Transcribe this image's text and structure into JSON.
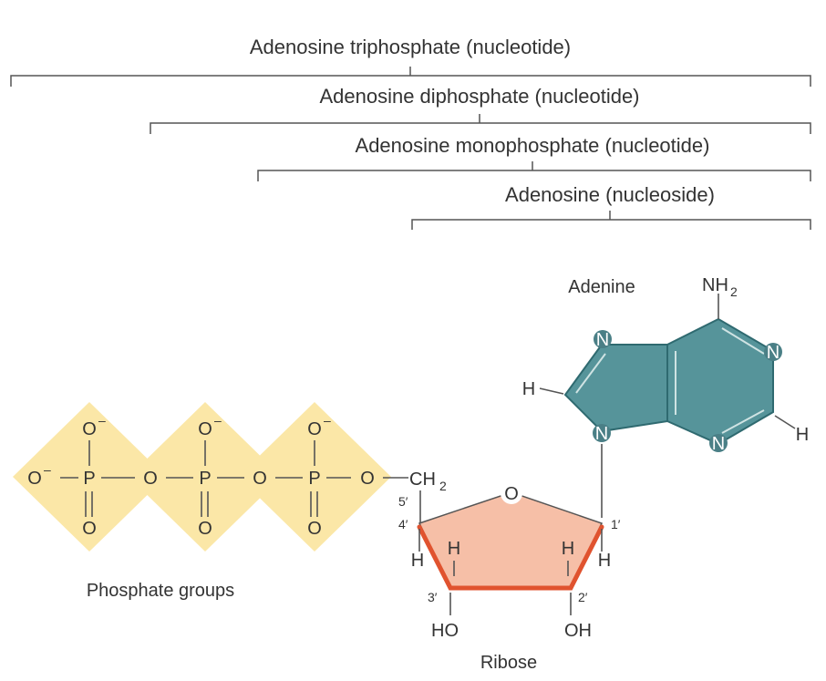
{
  "brackets": {
    "atp": "Adenosine triphosphate (nucleotide)",
    "adp": "Adenosine diphosphate (nucleotide)",
    "amp": "Adenosine monophosphate (nucleotide)",
    "adenosine": "Adenosine (nucleoside)"
  },
  "labels": {
    "adenine": "Adenine",
    "phosphate_groups": "Phosphate groups",
    "ribose": "Ribose"
  },
  "atoms": {
    "o_minus": "O",
    "minus": "–",
    "phosphorus": "P",
    "oxygen": "O",
    "ch": "CH",
    "sub2": "2",
    "nh": "NH",
    "nitrogen": "N",
    "hydrogen": "H",
    "ho": "HO",
    "oh": "OH"
  },
  "primes": {
    "c1": "1′",
    "c2": "2′",
    "c3": "3′",
    "c4": "4′",
    "c5": "5′"
  },
  "colors": {
    "phosphate_diamond": "#fbe7a7",
    "adenine_fill": "#56949a",
    "ribose_fill": "#f6bfa7",
    "ribose_front_edge": "#e0532f"
  }
}
